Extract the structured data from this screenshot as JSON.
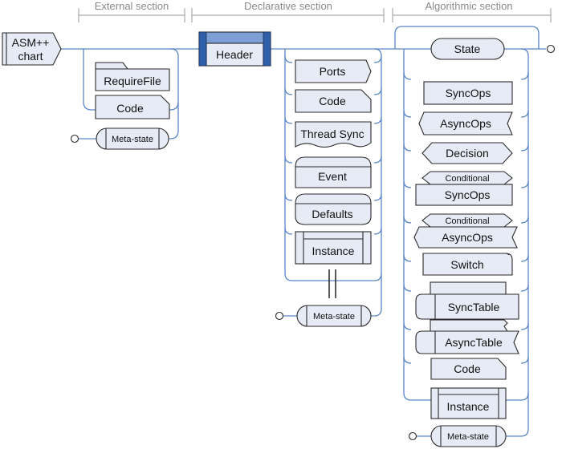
{
  "sections": {
    "external": "External section",
    "declarative": "Declarative section",
    "algorithmic": "Algorithmic section"
  },
  "start": {
    "line1": "ASM++",
    "line2": "chart"
  },
  "header": "Header",
  "external": {
    "require_file": "RequireFile",
    "code": "Code",
    "meta_state": "Meta-state"
  },
  "declarative": {
    "ports": "Ports",
    "code": "Code",
    "thread_sync": "Thread Sync",
    "event": "Event",
    "defaults": "Defaults",
    "instance": "Instance",
    "meta_state": "Meta-state"
  },
  "algorithmic": {
    "state": "State",
    "sync_ops": "SyncOps",
    "async_ops": "AsyncOps",
    "decision": "Decision",
    "cond_sync_top": "Conditional",
    "cond_sync_bottom": "SyncOps",
    "cond_async_top": "Conditional",
    "cond_async_bottom": "AsyncOps",
    "switch": "Switch",
    "sync_table": "SyncTable",
    "async_table": "AsyncTable",
    "code": "Code",
    "instance": "Instance",
    "meta_state": "Meta-state"
  }
}
